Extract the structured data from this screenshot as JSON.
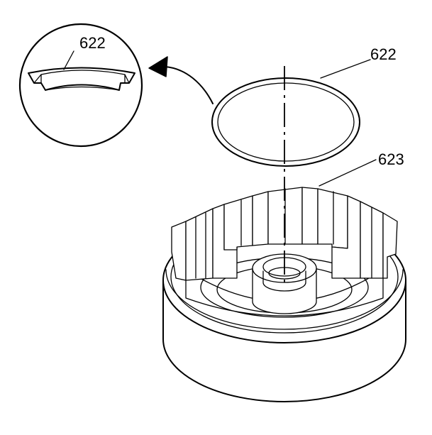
{
  "callouts": {
    "detail_seal": "622",
    "seal": "622",
    "housing": "623"
  },
  "colors": {
    "line": "#000000",
    "background": "#ffffff"
  }
}
